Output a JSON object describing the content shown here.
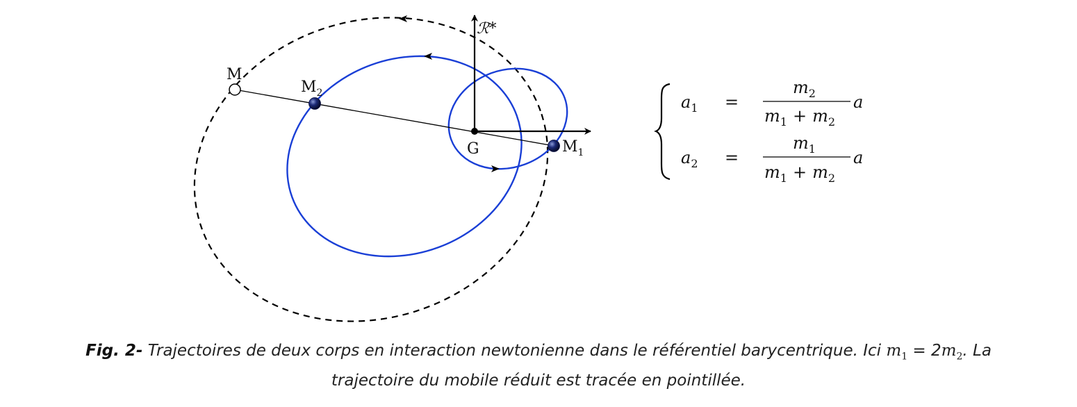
{
  "diagram": {
    "frame_label": "ℛ*",
    "points": {
      "G": "G",
      "M": "M",
      "M1_base": "M",
      "M1_sub": "1",
      "M2_base": "M",
      "M2_sub": "2"
    },
    "colors": {
      "orbit": "#1a3fd6",
      "reduced_orbit": "#000000",
      "body": "#14205e"
    }
  },
  "equations": {
    "a1_lhs": "a",
    "a1_sub": "1",
    "a2_lhs": "a",
    "a2_sub": "2",
    "eq": "=",
    "num1_base": "m",
    "num1_sub": "2",
    "num2_base": "m",
    "num2_sub": "1",
    "den_m1_base": "m",
    "den_m1_sub": "1",
    "den_plus": "+",
    "den_m2_base": "m",
    "den_m2_sub": "2",
    "factor": "a"
  },
  "caption": {
    "label": "Fig. 2-",
    "text1": " Trajectoires de deux corps en interaction newtonienne dans le référentiel barycentrique. Ici ",
    "m1_base": "m",
    "m1_sub": "1",
    "eq_part": " = 2",
    "m2_base": "m",
    "m2_sub": "2",
    "text2": ". La",
    "line2": "trajectoire du mobile réduit est tracée en pointillée."
  }
}
